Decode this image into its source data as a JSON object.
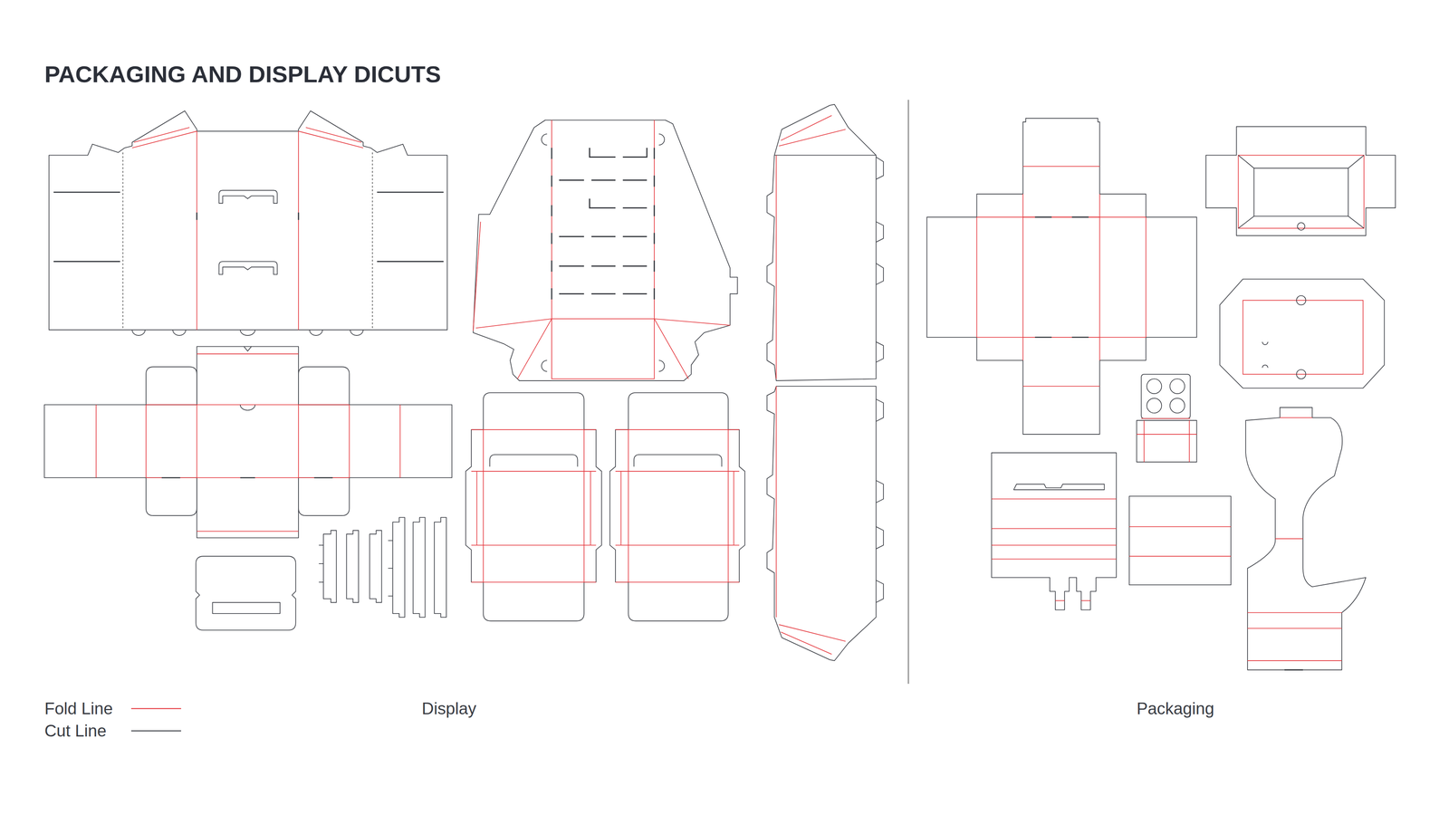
{
  "diagram": {
    "title": "PACKAGING AND DISPLAY DICUTS",
    "labels": [
      "Display",
      "Packaging"
    ],
    "legend": [
      {
        "text": "Fold Line"
      },
      {
        "text": "Cut Line"
      }
    ]
  }
}
